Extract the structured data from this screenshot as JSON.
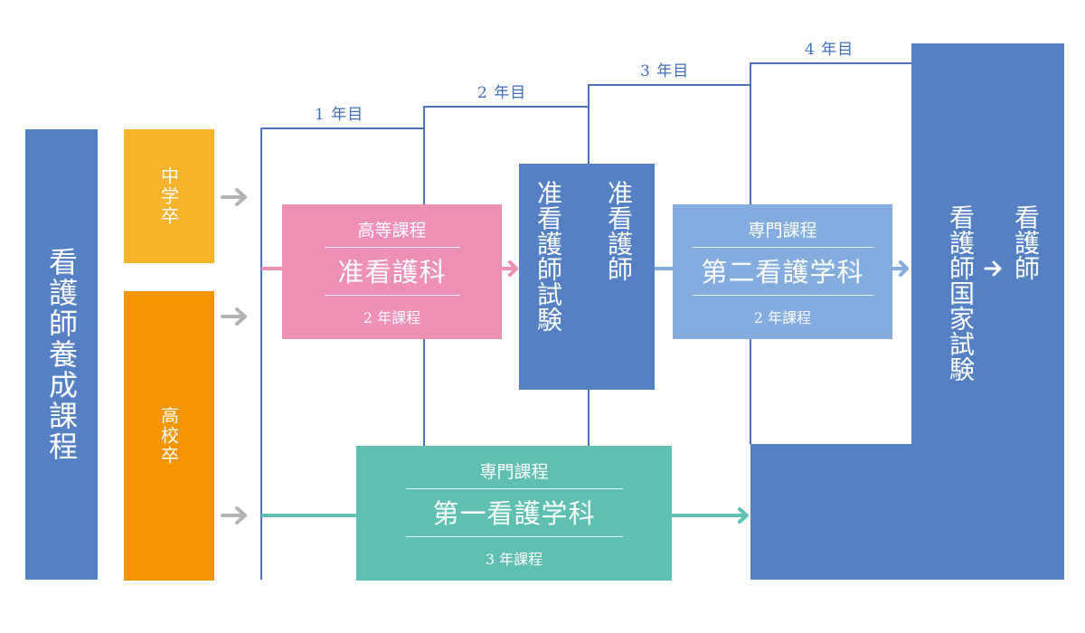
{
  "curriculum": {
    "label": "看護師養成課程"
  },
  "entry": {
    "junior_high": "中学卒",
    "high_school": "高校卒"
  },
  "years": {
    "y1": "1 年目",
    "y2": "2 年目",
    "y3": "3 年目",
    "y4": "4 年目"
  },
  "associate_course": {
    "category": "高等課程",
    "name": "准看護科",
    "duration": "2 年課程"
  },
  "associate_exam": {
    "exam": "准看護師試験",
    "result": "准看護師"
  },
  "second_course": {
    "category": "専門課程",
    "name": "第二看護学科",
    "duration": "2 年課程"
  },
  "first_course": {
    "category": "専門課程",
    "name": "第一看護学科",
    "duration": "3 年課程"
  },
  "national_exam": {
    "exam": "看護師国家試験",
    "result": "看護師"
  },
  "colors": {
    "blue": "#5580c4",
    "line_blue": "#3f6fb8",
    "yellow": "#f7b32b",
    "orange": "#f39500",
    "pink": "#ee8fb6",
    "light_blue": "#84acdf",
    "teal": "#5fbfb3",
    "gray": "#b3b3b3"
  }
}
